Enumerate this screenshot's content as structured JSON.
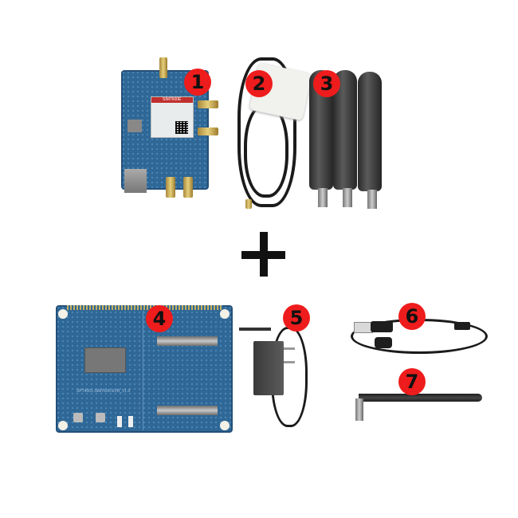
{
  "image": {
    "description": "Product kit photo: SIM7600 4G LTE module board with accessories and an evaluation carrier board",
    "background": "#ffffff",
    "separator_symbol": "+"
  },
  "items": [
    {
      "number": "1",
      "name": "4G LTE module board (SIM7600E)",
      "module_label": "SIM7600E"
    },
    {
      "number": "2",
      "name": "GPS active antenna with cable"
    },
    {
      "number": "3",
      "name": "Three 4G LTE paddle antennas"
    },
    {
      "number": "4",
      "name": "Evaluation carrier board",
      "board_label": "SPT4001-SIM7600-EVB_V1.0"
    },
    {
      "number": "5",
      "name": "Power adapter (EU plug)"
    },
    {
      "number": "6",
      "name": "USB to Micro-USB cable"
    },
    {
      "number": "7",
      "name": "Rubber duck antenna"
    }
  ],
  "colors": {
    "badge": "#ee1c1c",
    "badge_text": "#111111",
    "pcb": "#2f6796",
    "antenna": "#2a2a2a",
    "gold_connector": "#c9a94f"
  }
}
